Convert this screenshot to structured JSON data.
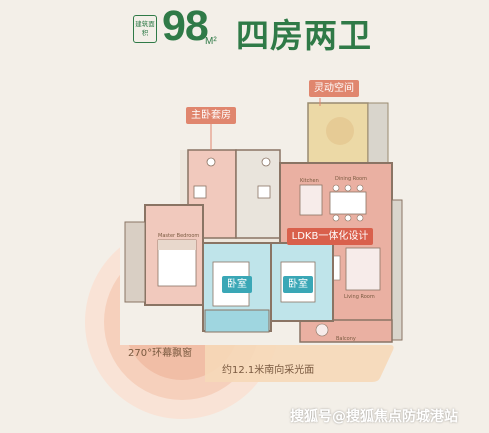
{
  "header": {
    "badge_text": "建筑面积",
    "area": "98",
    "area_unit": "M²",
    "title": "四房两卫"
  },
  "labels": {
    "flex_space": "灵动空间",
    "master_suite": "主卧套房",
    "ldkb": "LDKB一体化设计",
    "bedroom_1": "卧室",
    "bedroom_2": "卧室",
    "bay_window": "270°环幕飘窗",
    "south_light": "约12.1米南向采光面",
    "master_room": "Master Bedroom",
    "dining": "Dining Room",
    "kitchen": "Kitchen",
    "living": "Living Room",
    "balcony": "Balcony"
  },
  "watermark": "搜狐号@搜狐焦点防城港站",
  "colors": {
    "brand_green": "#2f7a47",
    "tag_orange": "#e0866e",
    "tag_red": "#d9604c",
    "teal_tag": "#3aa7b6",
    "flex_yellow": "#ecd9a6",
    "master_pink": "#f1c9bd",
    "ldkb_pink": "#eab0a2",
    "bedroom_teal": "#bfe4ea",
    "bay_arc": "#f6d0bc"
  }
}
